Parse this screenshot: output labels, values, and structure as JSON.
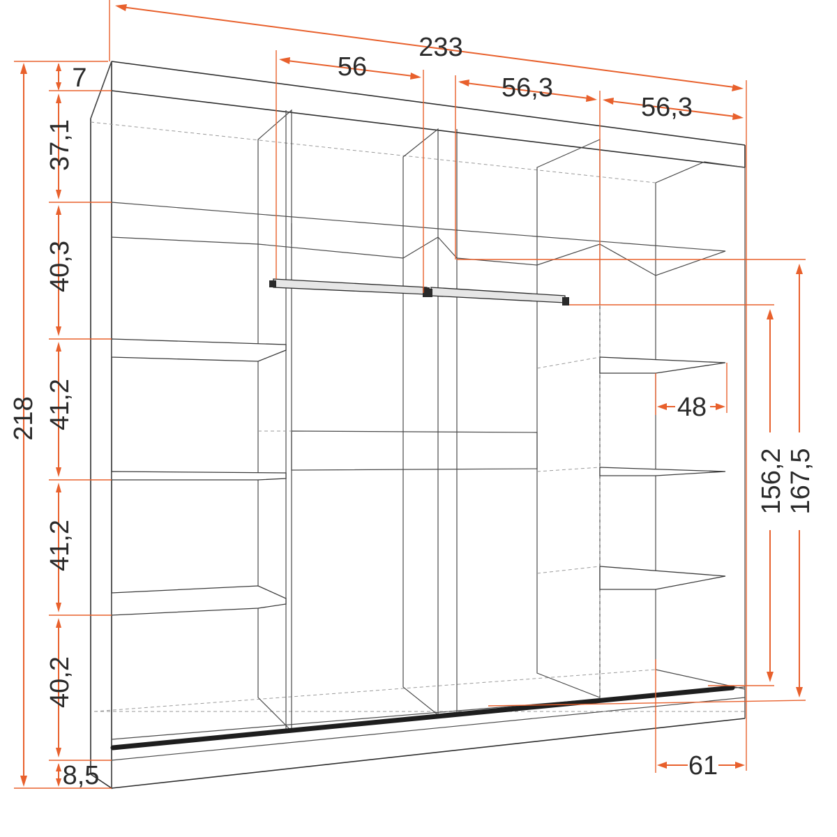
{
  "accent_color": "#e8602c",
  "line_color": "#3a3a3a",
  "dimensions": {
    "total_width": "233",
    "section_1_width": "56",
    "section_3_width": "56,3",
    "section_4_width": "56,3",
    "total_height": "218",
    "top_gap": "7",
    "upper_compartment": "37,1",
    "compartment_2": "40,3",
    "compartment_3": "41,2",
    "compartment_4": "41,2",
    "compartment_5": "40,2",
    "base_height": "8,5",
    "shelf_depth": "48",
    "rail_height_right": "156,2",
    "rail_height_left": "167,5",
    "cabinet_depth": "61"
  }
}
